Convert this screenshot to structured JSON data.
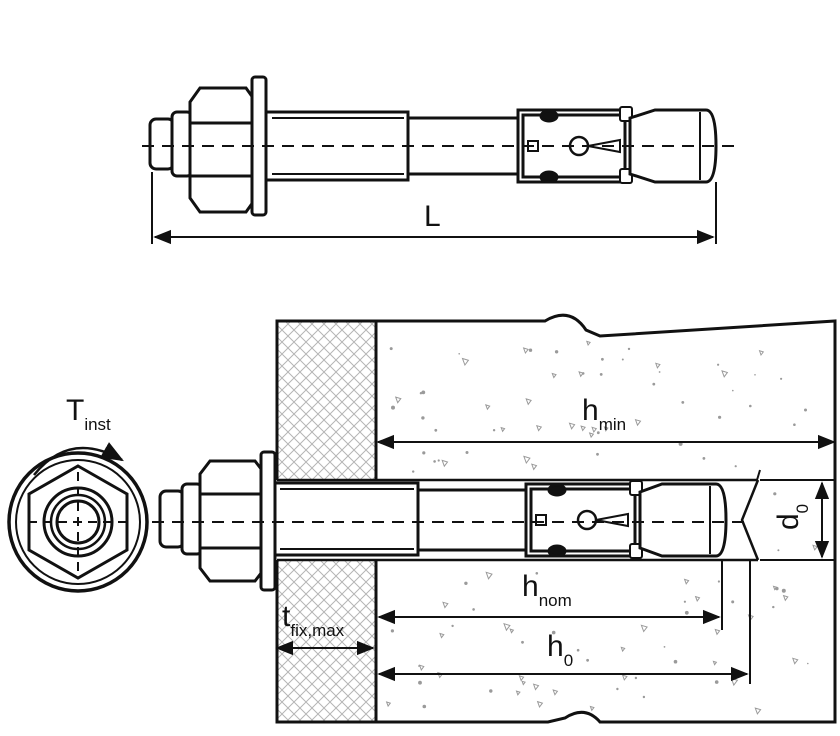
{
  "labels": {
    "length": "L",
    "torque_main": "T",
    "torque_sub": "inst",
    "hmin_main": "h",
    "hmin_sub": "min",
    "hnom_main": "h",
    "hnom_sub": "nom",
    "h0_main": "h",
    "h0_sub": "0",
    "tfix_main": "t",
    "tfix_sub": "fix,max",
    "d0_main": "d",
    "d0_sub": "0"
  },
  "colors": {
    "line": "#111111",
    "concrete_dot": "#9a9a9a",
    "hatch": "#b5b5b5"
  }
}
